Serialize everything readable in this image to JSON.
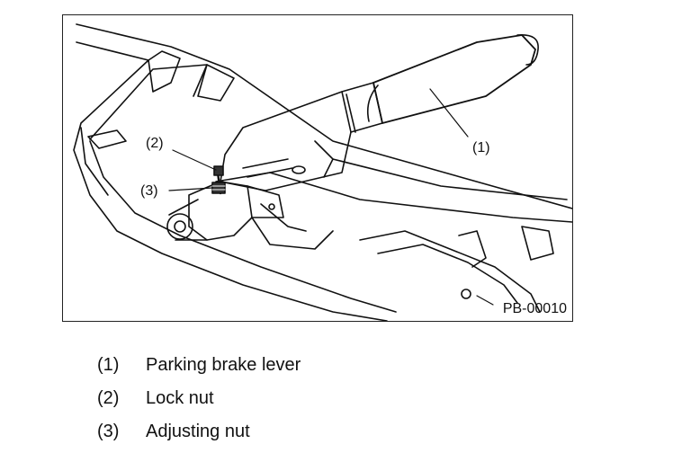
{
  "figure": {
    "id": "PB-00010",
    "callouts": [
      "(1)",
      "(2)",
      "(3)"
    ]
  },
  "legend": [
    {
      "num": "(1)",
      "text": "Parking brake lever"
    },
    {
      "num": "(2)",
      "text": "Lock nut"
    },
    {
      "num": "(3)",
      "text": "Adjusting nut"
    }
  ]
}
